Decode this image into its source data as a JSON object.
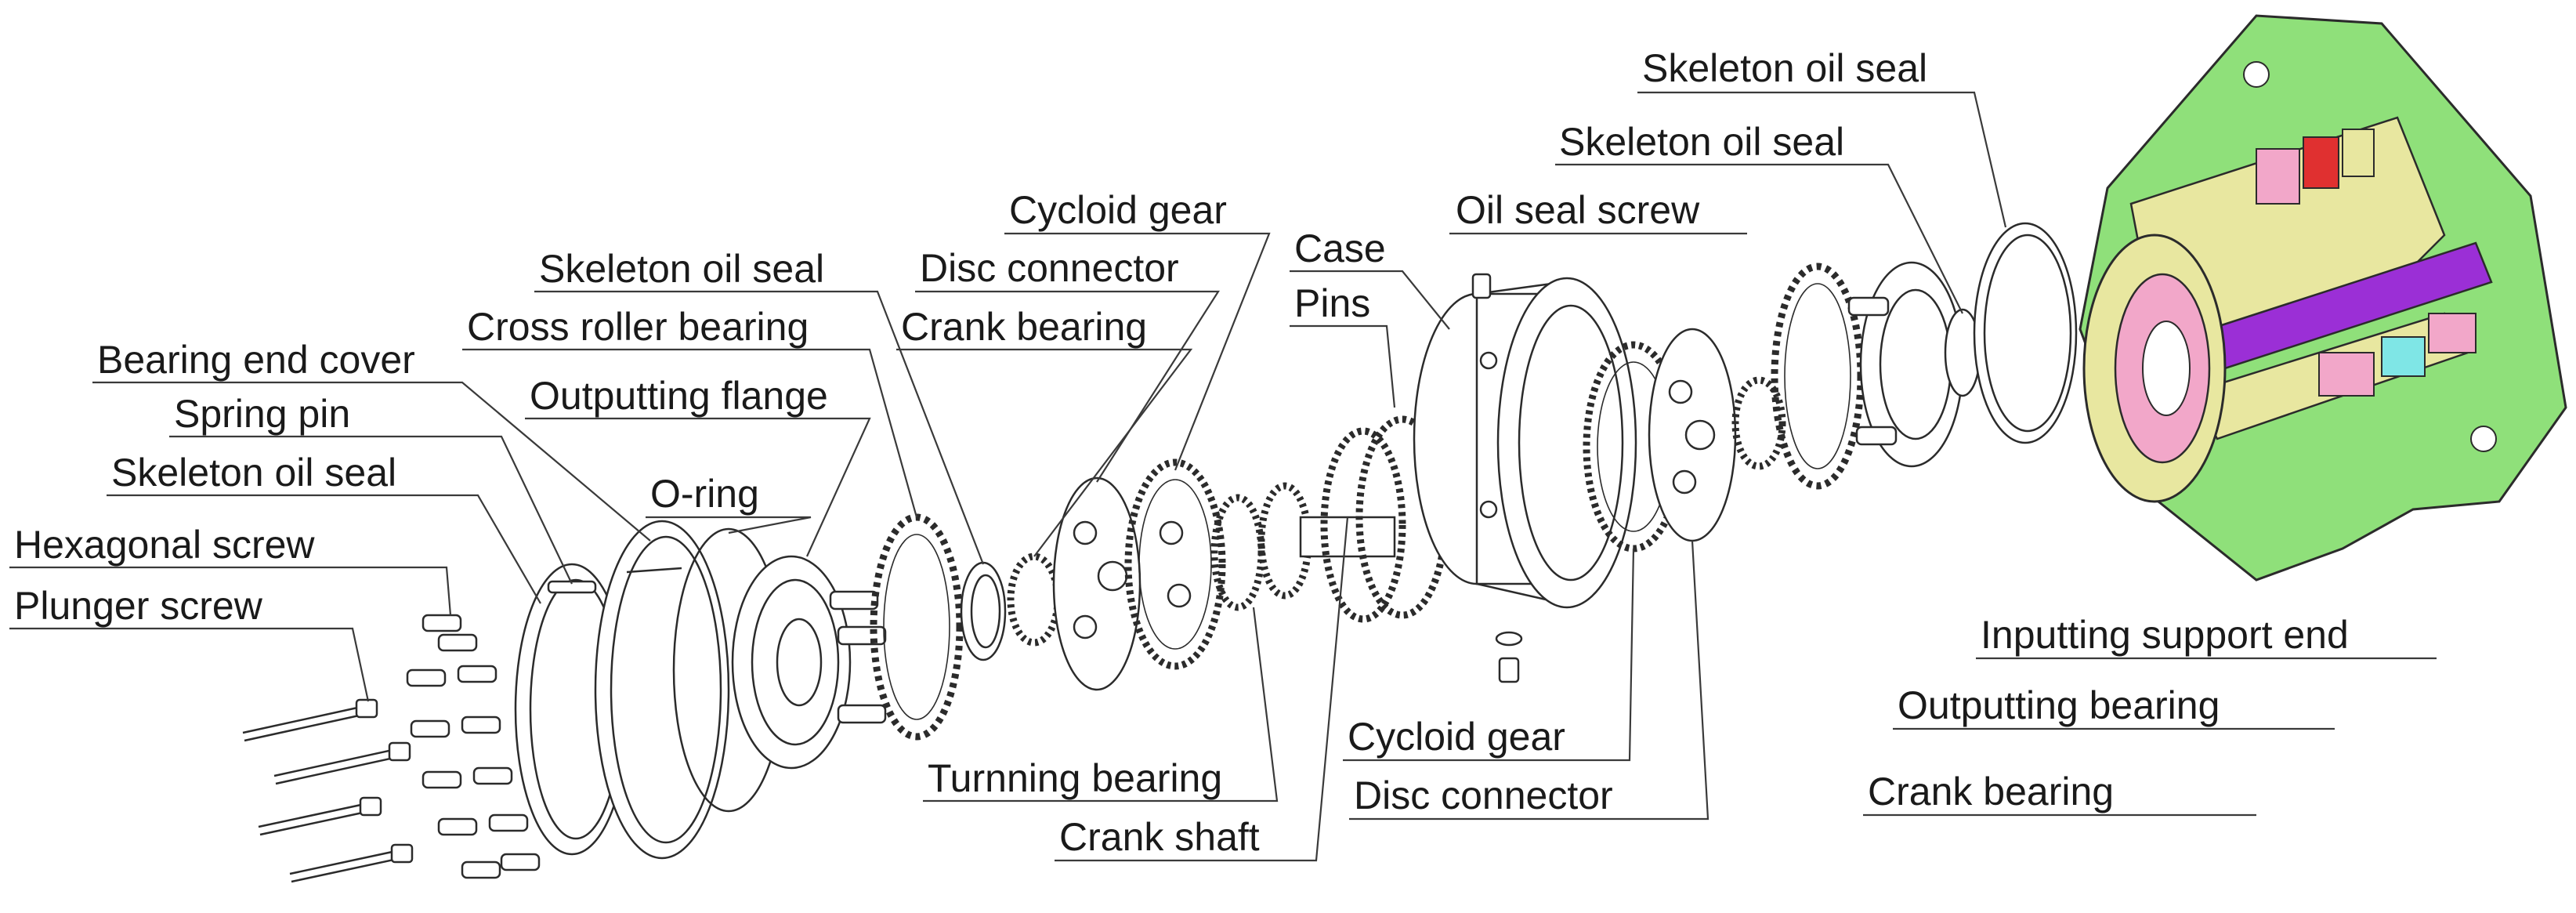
{
  "labels": {
    "skeleton_oil_seal_top": "Skeleton oil seal",
    "skeleton_oil_seal_2": "Skeleton oil seal",
    "oil_seal_screw": "Oil seal screw",
    "cycloid_gear_top": "Cycloid gear",
    "case": "Case",
    "disc_connector_top": "Disc connector",
    "pins": "Pins",
    "skeleton_oil_seal_3": "Skeleton oil seal",
    "crank_bearing_top": "Crank bearing",
    "cross_roller_bearing": "Cross roller bearing",
    "bearing_end_cover": "Bearing end cover",
    "outputting_flange": "Outputting flange",
    "spring_pin": "Spring pin",
    "o_ring": "O-ring",
    "skeleton_oil_seal_4": "Skeleton oil seal",
    "hexagonal_screw": "Hexagonal screw",
    "plunger_screw": "Plunger screw",
    "inputting_support_end": "Inputting support end",
    "outputting_bearing": "Outputting bearing",
    "cycloid_gear_bottom": "Cycloid gear",
    "disc_connector_bottom": "Disc connector",
    "crank_bearing_bottom": "Crank bearing",
    "turnning_bearing": "Turnning bearing",
    "crank_shaft": "Crank shaft"
  },
  "colors": {
    "cutaway_green": "#8fe07a",
    "cutaway_purple": "#9b2fd6",
    "cutaway_pink": "#f2a7c9",
    "cutaway_olive": "#e8e7a0",
    "cutaway_cyan": "#7fe6e6",
    "cutaway_red": "#e03030"
  }
}
